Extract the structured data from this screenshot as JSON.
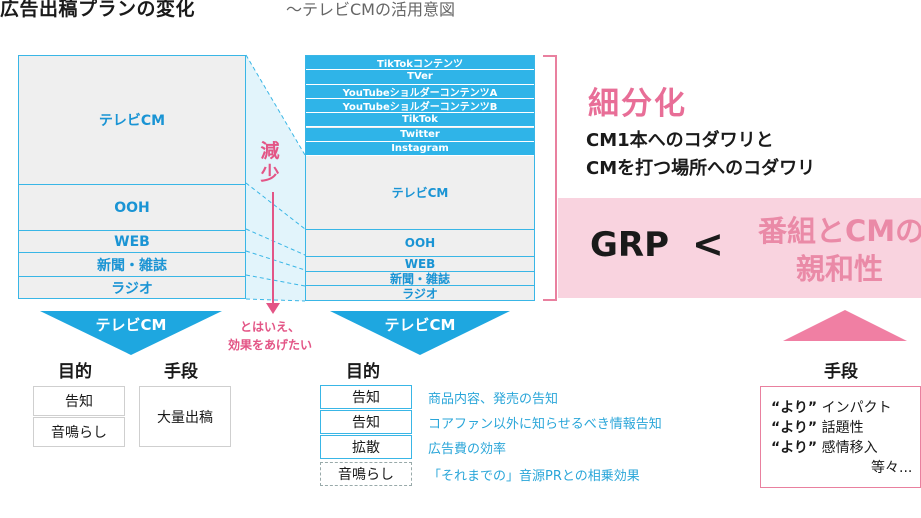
{
  "title": "広告出稿プランの変化",
  "subtitle": "～テレビCMの活用意図",
  "left_stack": [
    {
      "label": "テレビCM",
      "share": 0.53
    },
    {
      "label": "OOH",
      "share": 0.19
    },
    {
      "label": "WEB",
      "share": 0.09
    },
    {
      "label": "新聞・雑誌",
      "share": 0.1
    },
    {
      "label": "ラジオ",
      "share": 0.09
    }
  ],
  "right_stack": {
    "digital": [
      "TikTokコンテンツ",
      "TVer",
      "YouTubeショルダーコンテンツA",
      "YouTubeショルダーコンテンツB",
      "TikTok",
      "Twitter",
      "Instagram"
    ],
    "traditional": [
      {
        "label": "テレビCM",
        "share": 0.3
      },
      {
        "label": "OOH",
        "share": 0.11
      },
      {
        "label": "WEB",
        "share": 0.06
      },
      {
        "label": "新聞・雑誌",
        "share": 0.06
      },
      {
        "label": "ラジオ",
        "share": 0.06
      }
    ]
  },
  "reduction_label": "減少",
  "annotation": {
    "line1": "とはいえ、",
    "line2": "効果をあげたい"
  },
  "right_panel": {
    "heading": "細分化",
    "line1": "CM1本へのコダワリと",
    "line2": "CMを打つ場所へのコダワリ",
    "grp": "GRP",
    "lt": "<",
    "affinity_line1": "番組とCMの",
    "affinity_line2": "親和性"
  },
  "left_bottom": {
    "arrow_label": "テレビCM",
    "purpose_head": "目的",
    "means_head": "手段",
    "purposes": [
      "告知",
      "音鳴らし"
    ],
    "means": "大量出稿"
  },
  "mid_bottom": {
    "arrow_label": "テレビCM",
    "purpose_head": "目的",
    "items": [
      {
        "label": "告知",
        "desc": "商品内容、発売の告知"
      },
      {
        "label": "告知",
        "desc": "コアファン以外に知らせるべき情報告知"
      },
      {
        "label": "拡散",
        "desc": "広告費の効率"
      },
      {
        "label": "音鳴らし",
        "desc": "「それまでの」音源PRとの相乗効果"
      }
    ]
  },
  "right_bottom": {
    "means_head": "手段",
    "items": [
      {
        "quote": "“より”",
        "text": "インパクト"
      },
      {
        "quote": "“より”",
        "text": "話題性"
      },
      {
        "quote": "“より”",
        "text": "感情移入"
      }
    ],
    "etc": "等々..."
  },
  "colors": {
    "blue": "#2fb4e8",
    "pink": "#e9809f",
    "pink_band": "#f9d3df",
    "gray": "#efefef"
  }
}
